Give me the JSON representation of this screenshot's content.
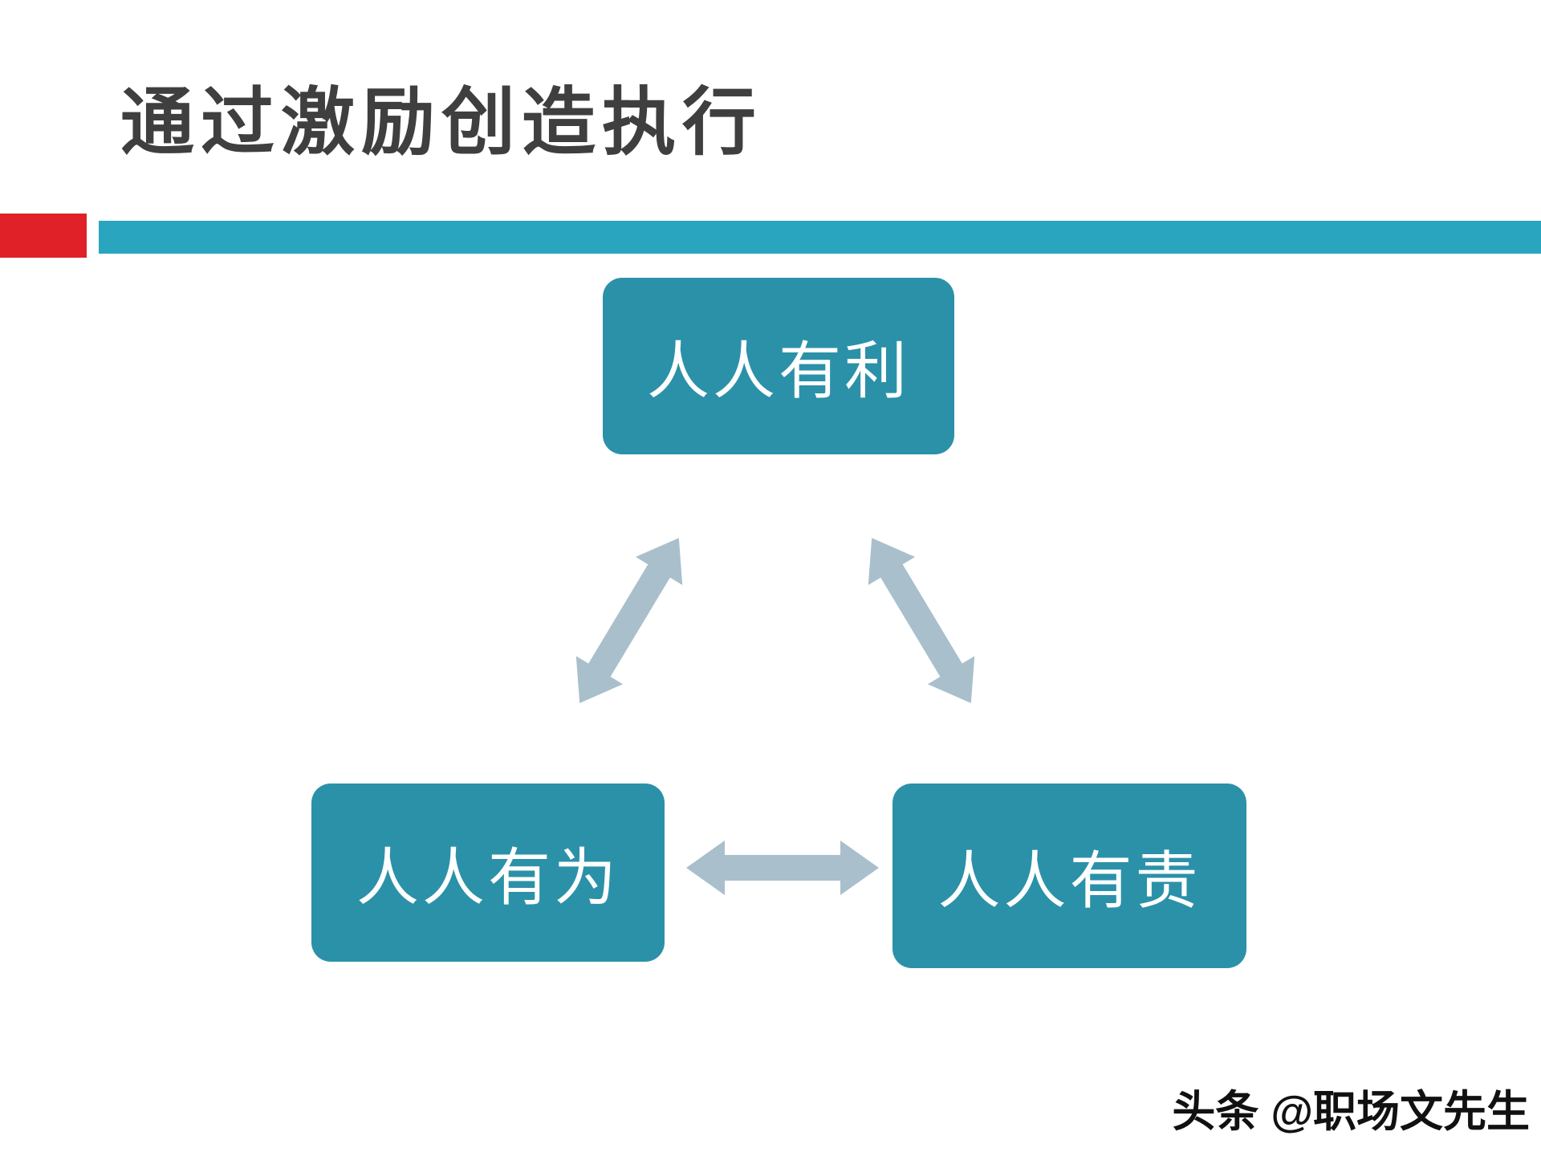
{
  "slide": {
    "title": "通过激励创造执行",
    "watermark": "头条 @职场文先生"
  },
  "diagram": {
    "type": "cycle",
    "nodes": [
      {
        "id": "top",
        "label": "人人有利"
      },
      {
        "id": "bottom-left",
        "label": "人人有为"
      },
      {
        "id": "bottom-right",
        "label": "人人有责"
      }
    ],
    "connections": [
      {
        "from": "top",
        "to": "bottom-left",
        "bidirectional": true
      },
      {
        "from": "top",
        "to": "bottom-right",
        "bidirectional": true
      },
      {
        "from": "bottom-left",
        "to": "bottom-right",
        "bidirectional": true
      }
    ]
  },
  "colors": {
    "title_text": "#3F3F3F",
    "accent_bar_red": "#E02128",
    "accent_bar_teal": "#2AA5C0",
    "node_fill": "#2B91A8",
    "node_text": "#FFFFFF",
    "arrow": "#A9BFCC",
    "watermark_text": "#111111"
  }
}
